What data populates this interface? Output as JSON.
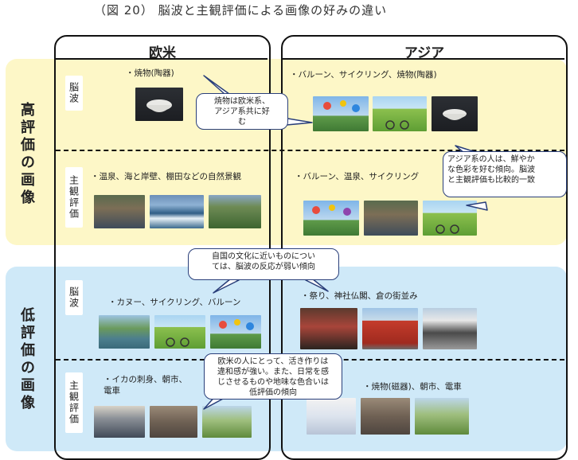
{
  "title": "（図 20） 脳波と主観評価による画像の好みの違い",
  "columns": {
    "europe": "欧米",
    "asia": "アジア"
  },
  "rows": {
    "high": "高評価の画像",
    "low": "低評価の画像"
  },
  "sublabels": {
    "brain": "脳波",
    "subjective": "主観評価"
  },
  "captions": {
    "eu_high_brain": "・焼物(陶器)",
    "as_high_brain": "・バルーン、サイクリング、焼物(陶器)",
    "eu_high_subj": "・温泉、海と岸壁、棚田などの自然景観",
    "as_high_subj": "・バルーン、温泉、サイクリング",
    "eu_low_brain": "・カヌー、サイクリング、バルーン",
    "as_low_brain": "・祭り、神社仏閣、倉の街並み",
    "eu_low_subj": "・イカの刺身、朝市、\n電車",
    "as_low_subj": "・焼物(磁器)、朝市、電車"
  },
  "bubbles": {
    "b1": "焼物は欧米系、\nアジア系共に好\nむ",
    "b2": "アジア系の人は、鮮やか\nな色彩を好む傾向。脳波\nと主観評価も比較的一致",
    "b3": "自国の文化に近いものについ\nては、脳波の反応が弱い傾向",
    "b4": "欧米の人にとって、活き作りは\n違和感が強い。また、日常を感\nじさせるものや地味な色合いは\n低評価の傾向"
  }
}
